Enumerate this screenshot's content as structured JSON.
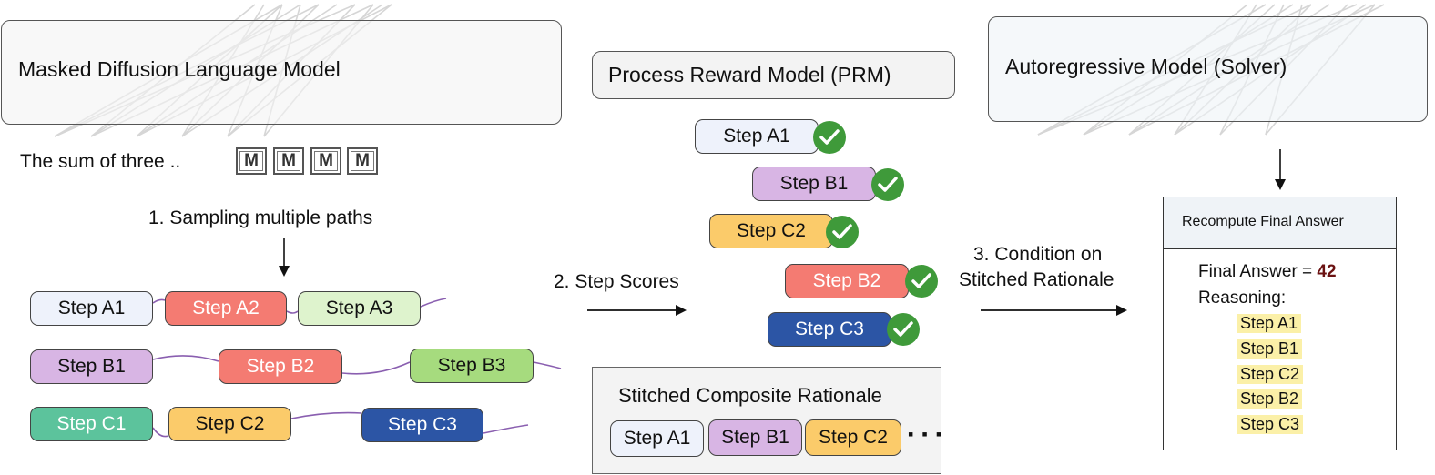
{
  "left": {
    "model_label": "Masked Diffusion Language Model",
    "prompt_text": "The sum of three ..",
    "masks": [
      "M",
      "M",
      "M",
      "M"
    ],
    "sampling_label": "1. Sampling multiple paths",
    "paths": [
      [
        "Step A1",
        "Step A2",
        "Step A3"
      ],
      [
        "Step B1",
        "Step B2",
        "Step B3"
      ],
      [
        "Step C1",
        "Step C2",
        "Step C3"
      ]
    ]
  },
  "middle": {
    "prm_label": "Process Reward Model (PRM)",
    "step_scores_label": "2. Step Scores",
    "scored_steps": [
      "Step A1",
      "Step B1",
      "Step C2",
      "Step B2",
      "Step C3"
    ],
    "composite_title": "Stitched Composite Rationale",
    "composite_steps": [
      "Step A1",
      "Step B1",
      "Step C2"
    ],
    "ellipsis": "▪ ▪ ▪"
  },
  "right": {
    "solver_label": "Autoregressive Model (Solver)",
    "condition_label_line1": "3. Condition on",
    "condition_label_line2": "Stitched Rationale",
    "recompute_title": "Recompute Final Answer",
    "final_answer_prefix": "Final Answer = ",
    "final_answer_value": "42",
    "reasoning_label": "Reasoning:",
    "reasoning_steps": [
      "Step A1",
      "Step B1",
      "Step C2",
      "Step B2",
      "Step C3"
    ]
  },
  "colors": {
    "A1": "#eef2fb",
    "A2": "#f47b72",
    "A3": "#def3cd",
    "B1": "#d8b5e4",
    "B2": "#f47b72",
    "B3": "#a6db7e",
    "C1": "#5cc39c",
    "C2": "#fbcb6a",
    "C3": "#2c55a5",
    "check": "#3f9a3a",
    "answer": "#6b1212",
    "highlight": "#fbf0a8"
  }
}
